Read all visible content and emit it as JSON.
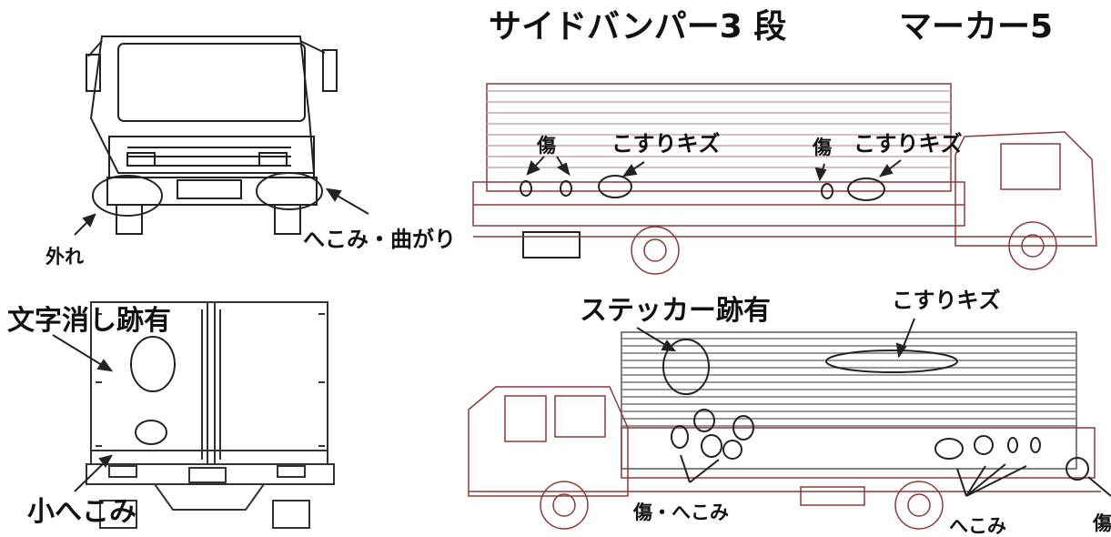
{
  "header": {
    "bumper_title": "サイドバンパー3 段",
    "marker_title": "マーカー5"
  },
  "front_view": {
    "detached_label": "外れ",
    "dent_bend_label": "へこみ・曲がり"
  },
  "rear_view": {
    "text_removed_label": "文字消し跡有",
    "small_dent_label": "小へこみ"
  },
  "left_side_view": {
    "scratch_label_1": "傷",
    "scuff_label_1": "こすりキズ",
    "scratch_label_2": "傷",
    "scuff_label_2": "こすりキズ"
  },
  "right_side_view": {
    "sticker_label": "ステッカー跡有",
    "scuff_label": "こすりキズ",
    "scratch_dent_label": "傷・へこみ",
    "dent_label": "へこみ",
    "cut_off_label": "傷"
  },
  "colors": {
    "line": "#222222",
    "body_outline": "#8a3a3a",
    "panel_lines": "#c9a8a8",
    "dark_panel_lines": "#777777"
  }
}
